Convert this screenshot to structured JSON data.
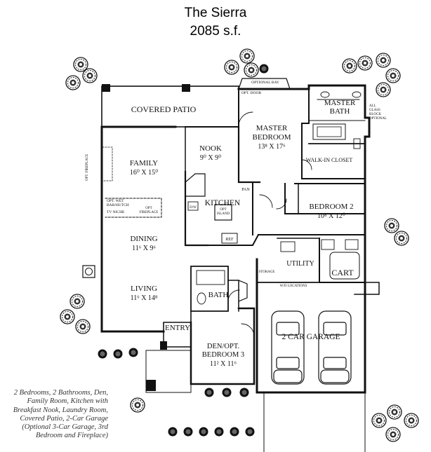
{
  "header": {
    "title": "The Sierra",
    "subtitle": "2085 s.f."
  },
  "rooms": {
    "covered_patio": "COVERED PATIO",
    "family": "FAMILY",
    "family_dim": "16⁰ X 15⁰",
    "nook": "NOOK",
    "nook_dim": "9⁰ X 9⁰",
    "kitchen": "KITCHEN",
    "dining": "DINING",
    "dining_dim": "11⁶ X 9⁶",
    "living": "LIVING",
    "living_dim": "11⁶ X 14⁸",
    "bath": "BATH",
    "entry": "ENTRY",
    "den": "DEN/OPT.",
    "den_line2": "BEDROOM 3",
    "den_dim": "11² X 11⁶",
    "master_bedroom": "MASTER",
    "master_bedroom_line2": "BEDROOM",
    "master_dim": "13⁸ X 17⁶",
    "master_bath": "MASTER",
    "master_bath_line2": "BATH",
    "walk_in_closet": "WALK-IN CLOSET",
    "bedroom2": "BEDROOM 2",
    "bedroom2_dim": "10⁸ X 12⁰",
    "utility": "UTILITY",
    "cart": "CART",
    "garage": "2 CAR GARAGE"
  },
  "notes": {
    "optional_bay": "OPTIONAL BAY",
    "opt_door": "OPT. DOOR",
    "all_glass_block": "ALL",
    "all_glass_block_2": "GLASS",
    "all_glass_block_3": "BLOCK",
    "all_glass_block_4": "OPTIONAL",
    "opt_fireplace": "OPT. FIREPLACE",
    "opt_wet_bar": "OPT. WET",
    "opt_wet_bar_2": "BAR/HUTCH",
    "tv_niche": "TV NICHE",
    "opt_fireplace_2": "OPT",
    "opt_fireplace_2b": "FIREPLACE",
    "pan": "PAN",
    "ref": "REF",
    "dw": "D/W",
    "opt_island": "OPT",
    "opt_island_2": "ISLAND",
    "storage": "STORAGE",
    "wd_locations": "W/D LOCATIONS"
  },
  "caption": "2 Bedrooms, 2 Bathrooms, Den, Family Room, Kitchen with Breakfast Nook, Laundry Room, Covered Patio, 2-Car Garage (Optional 3-Car Garage, 3rd Bedroom and Fireplace)"
}
